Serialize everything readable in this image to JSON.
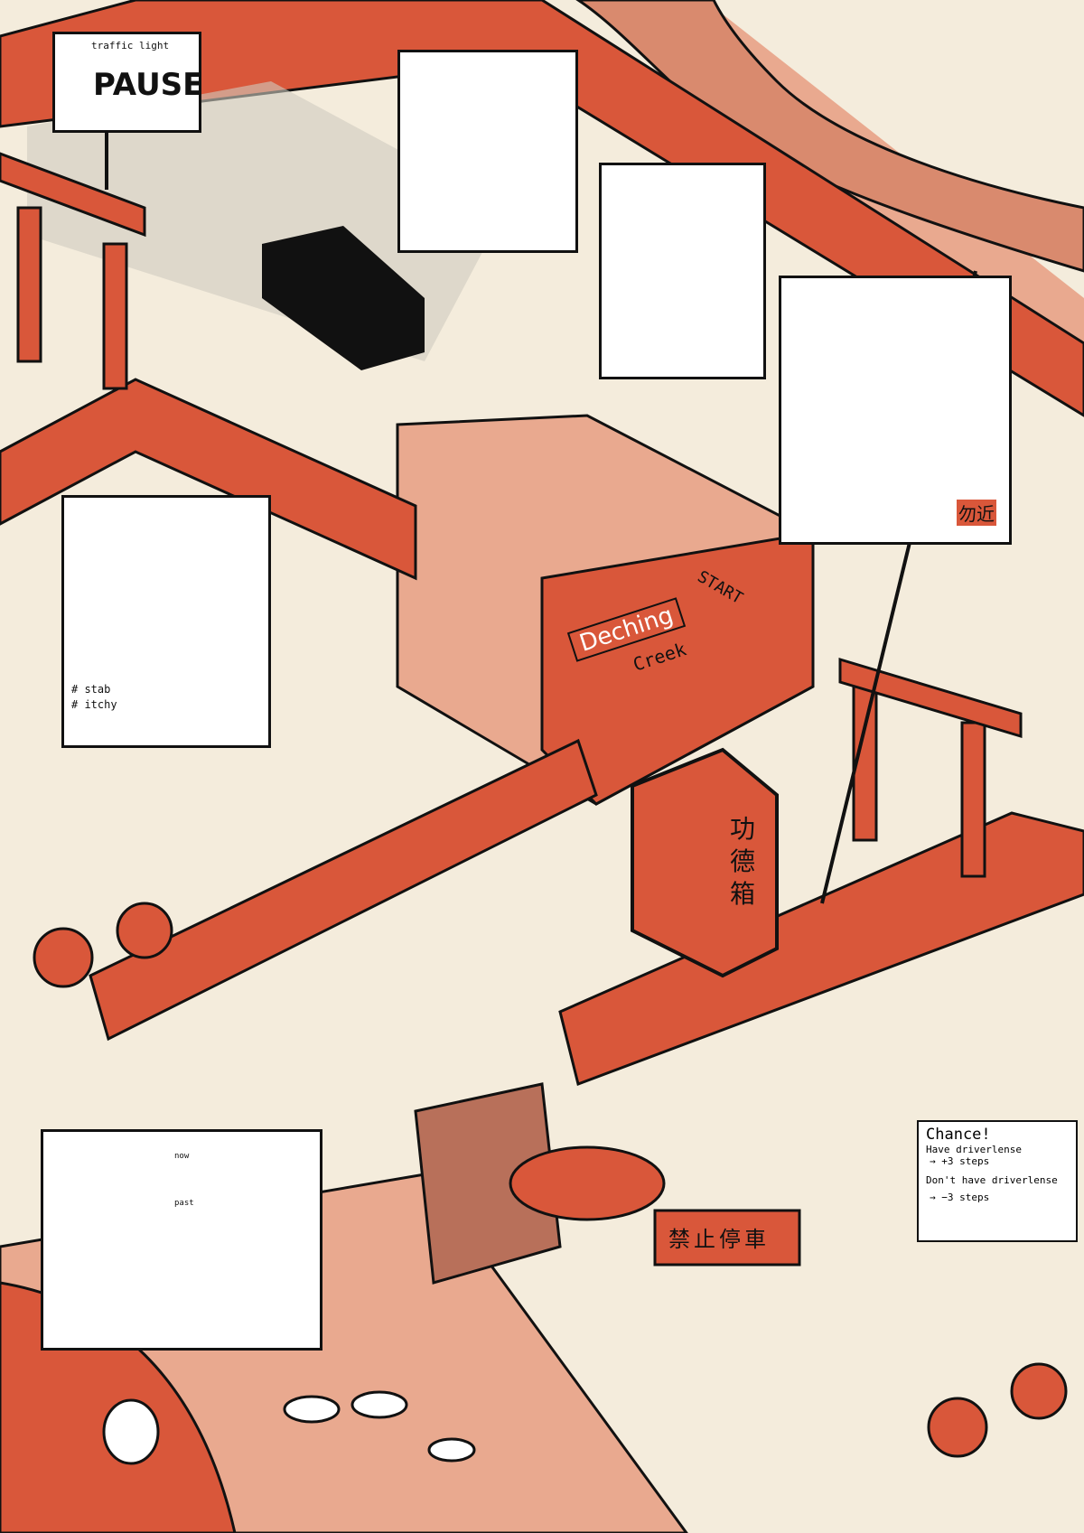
{
  "colors": {
    "background": "#f4ecdc",
    "orange": "#d9573a",
    "pink": "#e9a98f",
    "ink": "#111111",
    "grey": "#cfcbc0"
  },
  "signs": {
    "traffic_light_caption": "traffic light",
    "traffic_light_title": "PAUSE",
    "creek_name_1": "Deching",
    "creek_name_2": "Creek",
    "start": "START",
    "donation_box": "功德箱",
    "no_parking": "禁止停車",
    "keep_away": "勿近"
  },
  "cards": {
    "tags": [
      "# stab",
      "# itchy"
    ],
    "now": "now",
    "past": "past"
  },
  "chance": {
    "title": "Chance!",
    "line1": "Have driverlense",
    "line2": "→ +3 steps",
    "line3": "Don't have driverlense",
    "line4": "→ −3 steps"
  }
}
